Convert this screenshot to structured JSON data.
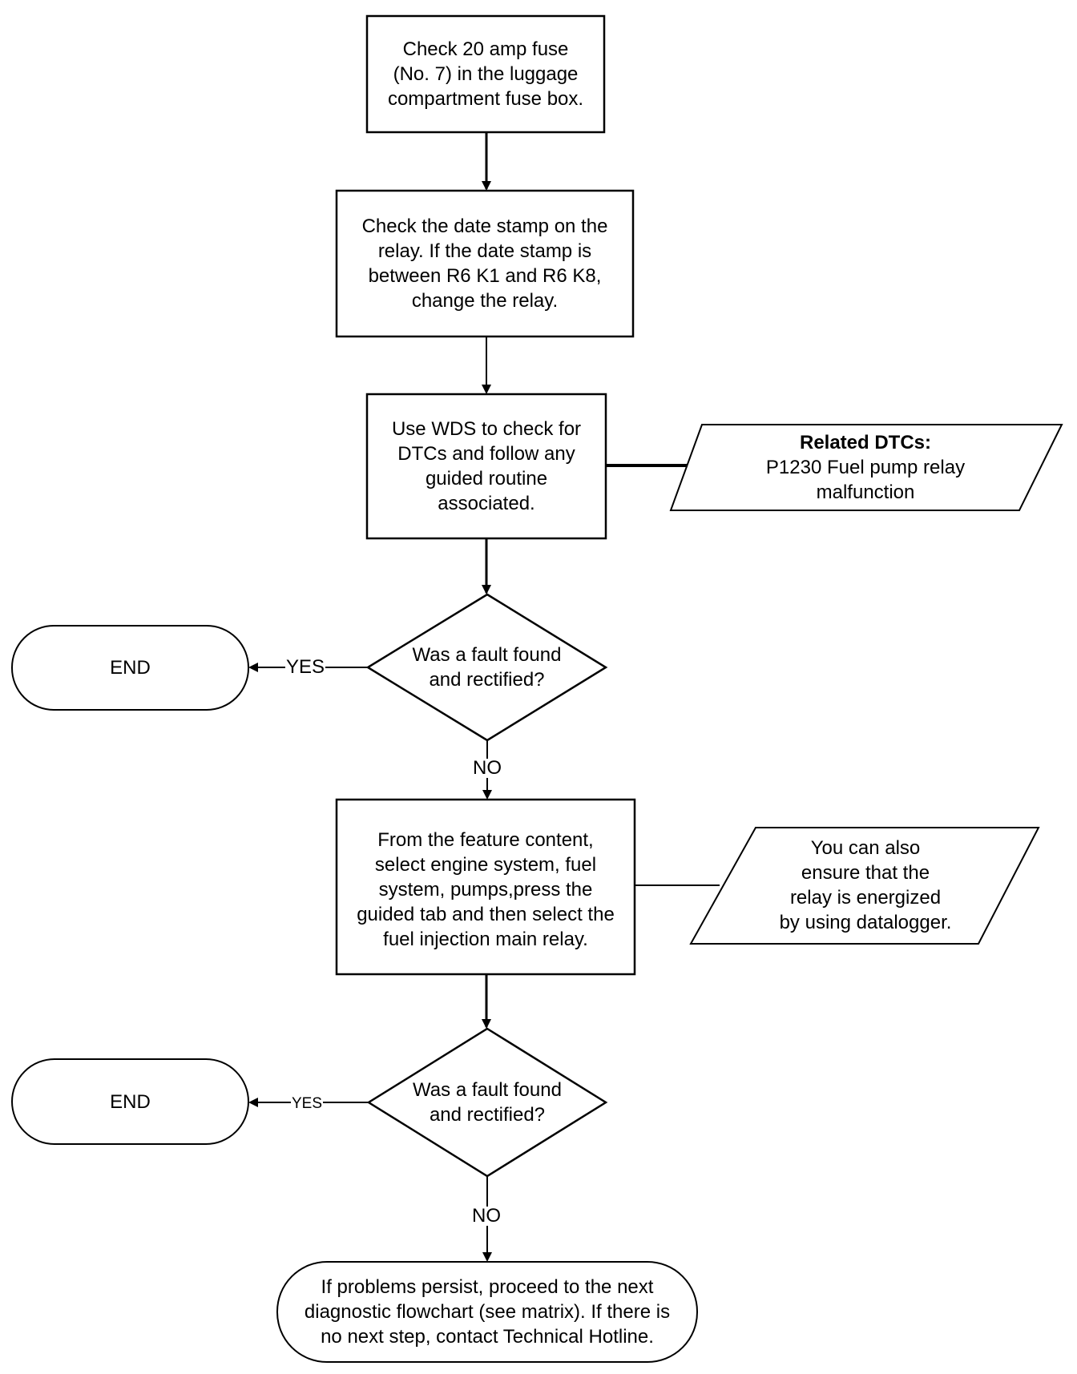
{
  "nodes": {
    "check_fuse": "Check 20 amp fuse\n(No. 7) in the luggage\ncompartment fuse box.",
    "check_date_stamp": "Check the date stamp on the\nrelay. If the date stamp is\nbetween R6 K1 and R6 K8,\nchange the relay.",
    "use_wds": "Use WDS to check for\nDTCs and follow any\nguided routine\nassociated.",
    "related_dtcs_title": "Related DTCs:",
    "related_dtcs_body": "P1230 Fuel pump relay\nmalfunction",
    "decision_1": "Was a fault found\nand rectified?",
    "end_1": "END",
    "feature_content": "From the feature content,\nselect engine system, fuel\nsystem, pumps,press the\nguided tab and then select the\nfuel injection main relay.",
    "datalogger_note": "You can also\nensure that the\nrelay is energized\nby using datalogger.",
    "decision_2": "Was a fault found\nand rectified?",
    "end_2": "END",
    "final_step": "If problems persist, proceed to the next\ndiagnostic flowchart (see matrix). If there is\nno next step, contact Technical Hotline."
  },
  "edges": {
    "yes_1": "YES",
    "no_1": "NO",
    "yes_2": "YES",
    "no_2": "NO"
  },
  "colors": {
    "stroke": "#000000",
    "background": "#ffffff"
  }
}
